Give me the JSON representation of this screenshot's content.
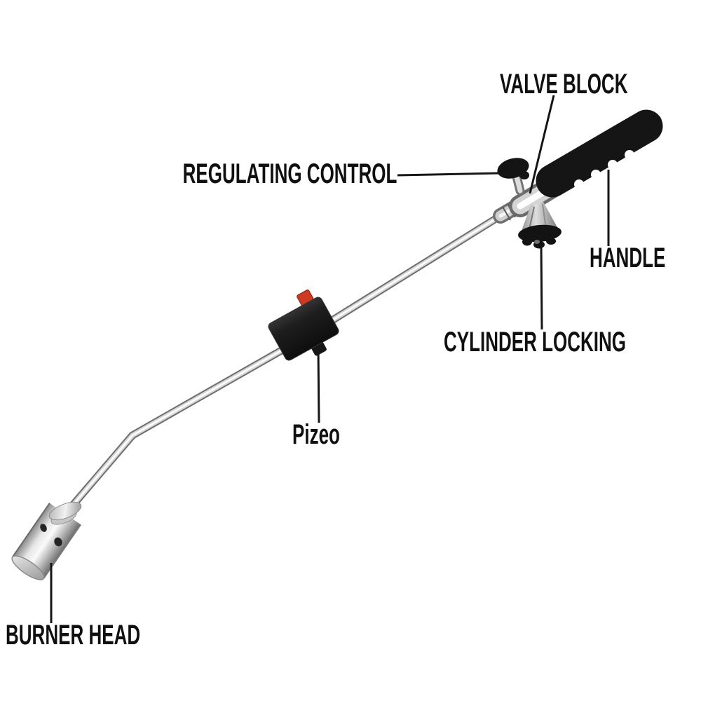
{
  "diagram": {
    "type": "labeled-product-diagram",
    "subject": "gas torch / weed burner",
    "labels": [
      {
        "id": "valve-block",
        "text": "VALVE BLOCK"
      },
      {
        "id": "regulating-control",
        "text": "REGULATING CONTROL"
      },
      {
        "id": "handle",
        "text": "HANDLE"
      },
      {
        "id": "cylinder-locking",
        "text": "CYLINDER LOCKING"
      },
      {
        "id": "piezo",
        "text": "Pizeo"
      },
      {
        "id": "burner-head",
        "text": "BURNER HEAD"
      }
    ],
    "colors": {
      "background": "#ffffff",
      "label_text": "#101010",
      "leader_line": "#161616",
      "handle_foam": "#151515",
      "piezo_body": "#1f1f1f",
      "piezo_button": "#cf3a23",
      "knob_black": "#141414",
      "metal_light": "#fafafa",
      "metal_mid": "#c9c9c9",
      "metal_dark": "#6e6e6e"
    }
  }
}
